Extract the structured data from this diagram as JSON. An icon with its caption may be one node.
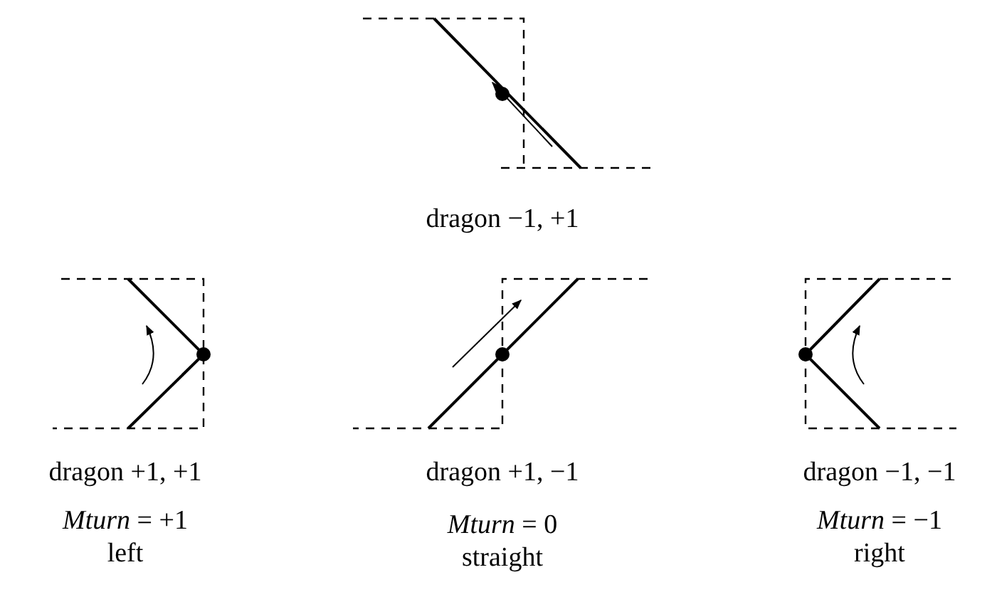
{
  "diagram": {
    "labels": [
      "dragon −1, +1",
      "dragon +1, +1",
      "dragon +1, −1",
      "dragon −1, −1",
      "*Mturn* = +1",
      "*Mturn* = 0",
      "*Mturn* = −1",
      "left",
      "straight",
      "right"
    ]
  }
}
